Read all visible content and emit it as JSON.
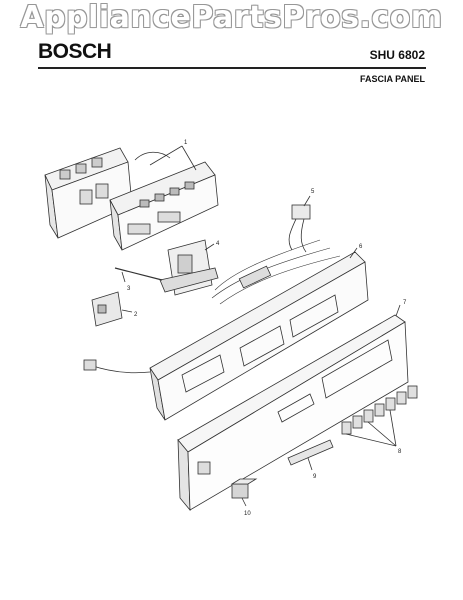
{
  "watermark": "AppliancePartsPros.com",
  "header": {
    "brand": "BOSCH",
    "model": "SHU 6802",
    "section": "FASCIA PANEL"
  },
  "callouts": [
    "1",
    "5",
    "4",
    "6",
    "3",
    "2",
    "7",
    "8",
    "9",
    "10"
  ]
}
